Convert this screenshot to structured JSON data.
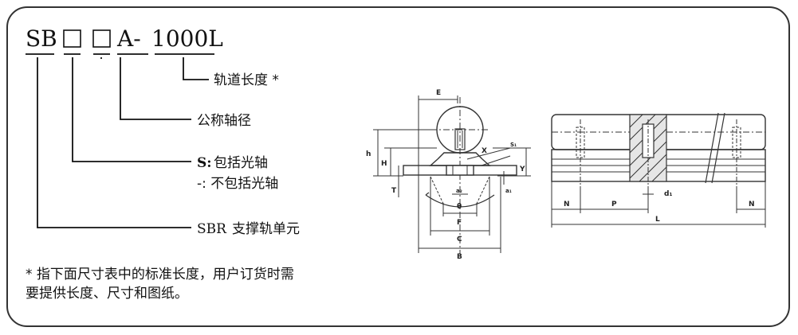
{
  "code": {
    "prefix": "SB",
    "box1": "□",
    "box2": "□",
    "suffix": "A-",
    "length": "1000L"
  },
  "legend": {
    "rail_length": "轨道长度 *",
    "shaft_diameter": "公称轴径",
    "s_option_key": "S:",
    "s_option_label": "包括光轴",
    "dash_option": "-: 不包括光轴",
    "sbr_key": "SBR",
    "sbr_label": "支撑轨单元"
  },
  "note": {
    "line1": "* 指下面尺寸表中的标准长度，用户订货时需",
    "line2": "要提供长度、尺寸和图纸。"
  },
  "drawing_labels": {
    "E": "E",
    "h": "h",
    "H": "H",
    "X": "X",
    "S1": "S₁",
    "Y": "Y",
    "T": "T",
    "a2": "a₂",
    "theta": "θ",
    "a1": "a₁",
    "F": "F",
    "C": "C",
    "B": "B",
    "N_left": "N",
    "P": "P",
    "d1": "d₁",
    "N_right": "N",
    "L": "L"
  }
}
